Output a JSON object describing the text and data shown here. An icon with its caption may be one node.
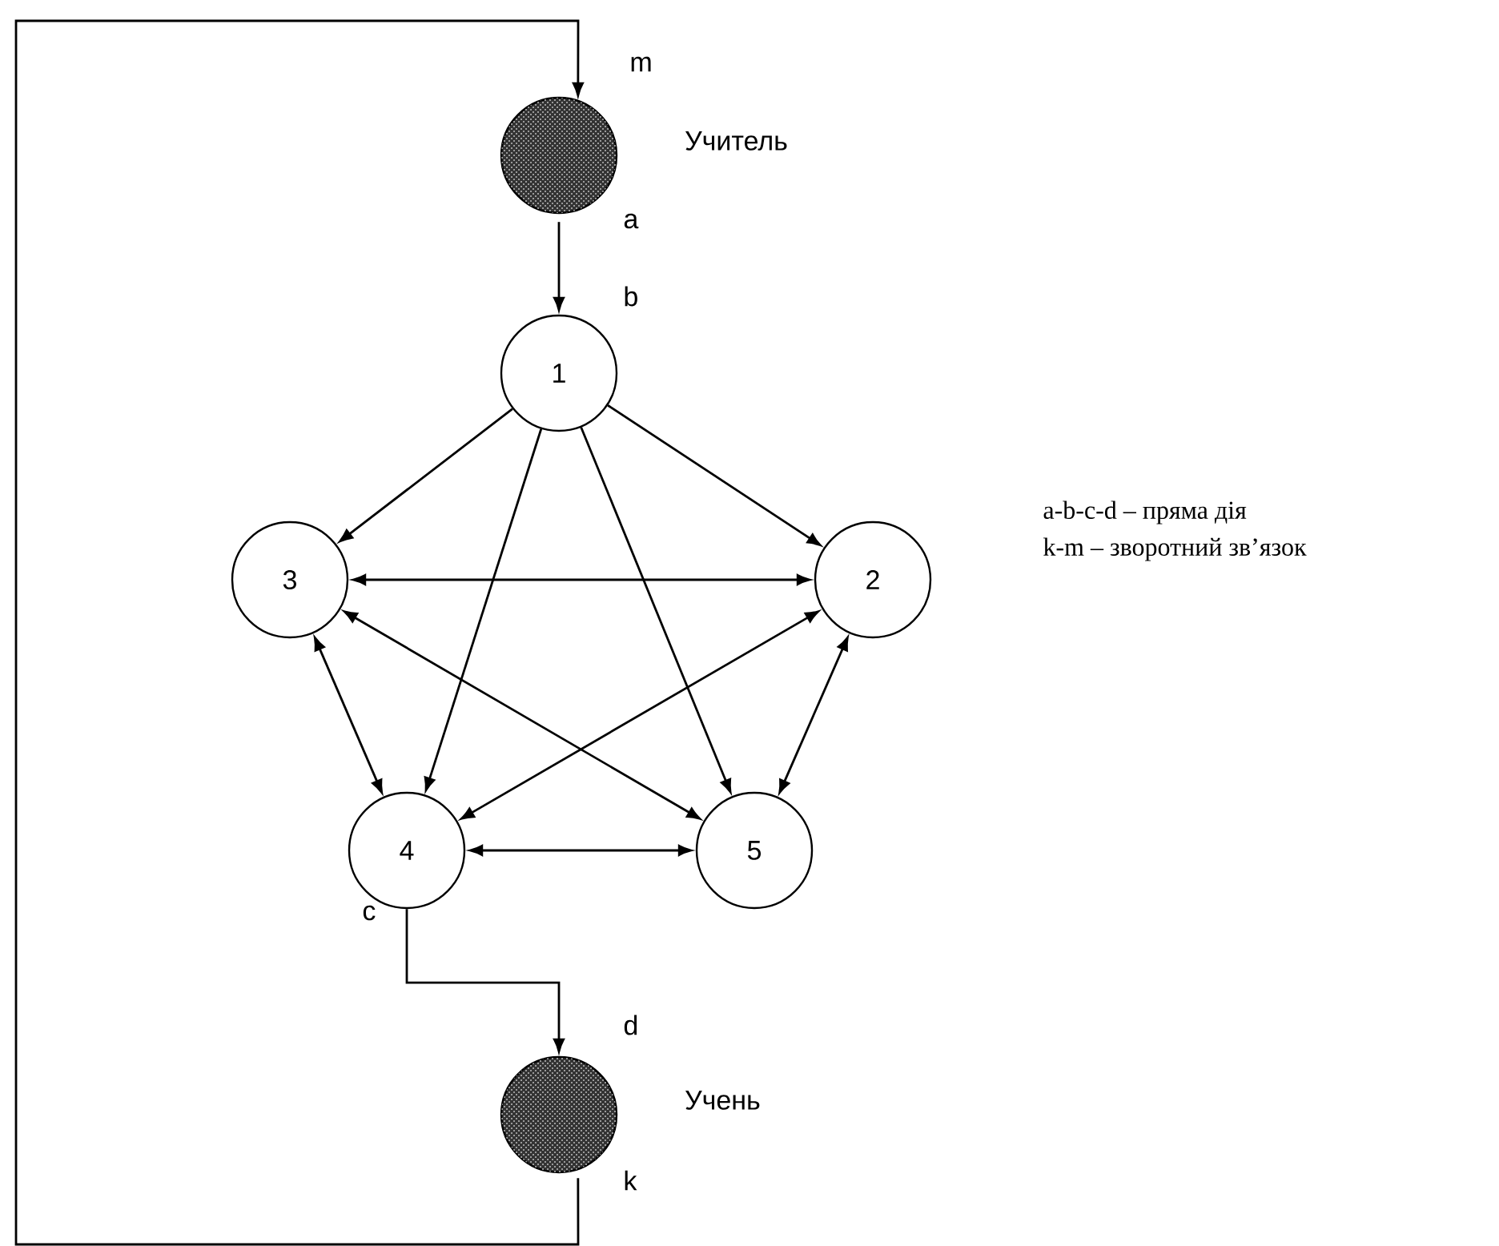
{
  "diagram": {
    "nodes": [
      {
        "text": [],
        "shape": "circle",
        "beside": [
          "Учитель"
        ]
      },
      {
        "text": [
          "1"
        ]
      },
      {
        "text": [
          "2"
        ]
      },
      {
        "text": [
          "3"
        ]
      },
      {
        "text": [
          "4"
        ]
      },
      {
        "text": [
          "5"
        ]
      },
      {
        "text": [],
        "shape": "circle",
        "beside": [
          "Учень"
        ]
      }
    ],
    "edges": [
      {
        "from": 0,
        "to": 1,
        "arrow": "to"
      },
      {
        "from": 1,
        "to": 3,
        "arrow": "to"
      },
      {
        "from": 1,
        "to": 2,
        "arrow": "to"
      },
      {
        "from": 1,
        "to": 4,
        "arrow": "to"
      },
      {
        "from": 1,
        "to": 5,
        "arrow": "to"
      },
      {
        "from": 3,
        "to": 2,
        "arrow": "both"
      },
      {
        "from": 3,
        "to": 5,
        "arrow": "both"
      },
      {
        "from": 2,
        "to": 4,
        "arrow": "both"
      },
      {
        "from": 3,
        "to": 4,
        "arrow": "both"
      },
      {
        "from": 2,
        "to": 5,
        "arrow": "both"
      },
      {
        "from": 4,
        "to": 5,
        "arrow": "both"
      },
      {
        "from": 4,
        "to": 6,
        "arrow": "to"
      },
      {
        "from": 6,
        "to": 0,
        "arrow": "to"
      }
    ],
    "labels": [
      "m",
      "a",
      "b",
      "a-b-c-d – пряма дія",
      "k-m – зворотний зв’язок",
      "c",
      "d",
      "k"
    ]
  }
}
